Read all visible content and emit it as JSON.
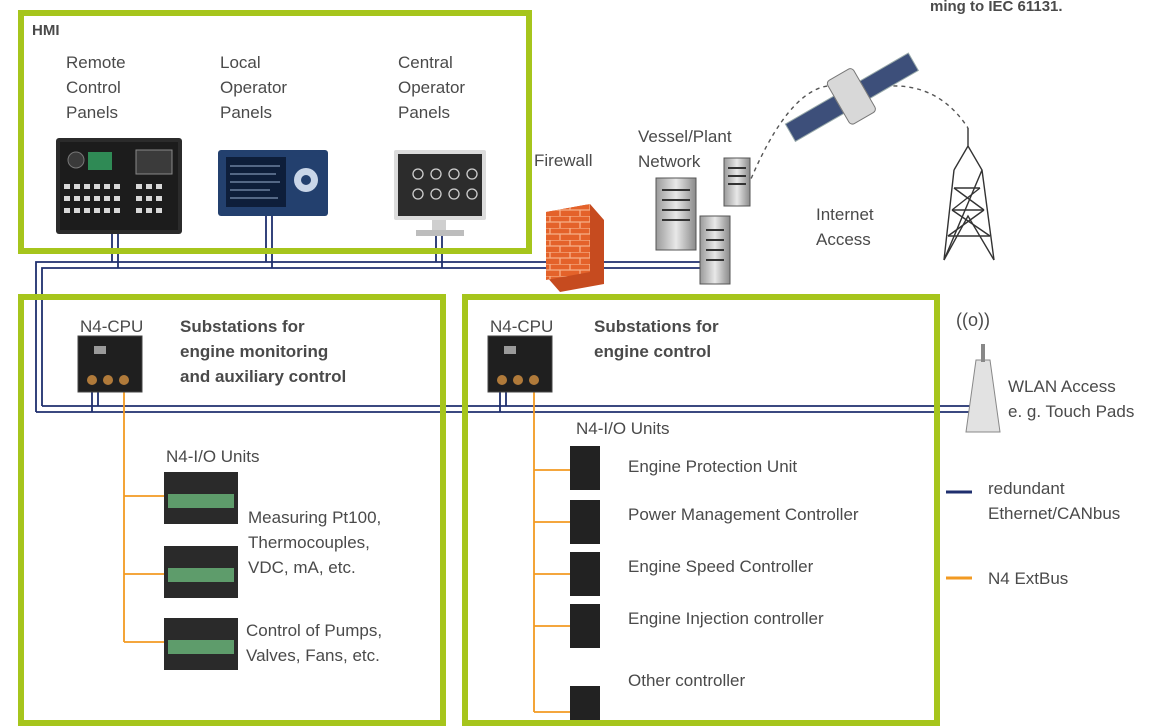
{
  "header_fragment": "ming to IEC 61131.",
  "hmi": {
    "title": "HMI",
    "panels": [
      {
        "lines": [
          "Remote",
          "Control",
          "Panels"
        ]
      },
      {
        "lines": [
          "Local",
          "Operator",
          "Panels"
        ]
      },
      {
        "lines": [
          "Central",
          "Operator",
          "Panels"
        ]
      }
    ]
  },
  "network": {
    "firewall": "Firewall",
    "vessel_lines": [
      "Vessel/Plant",
      "Network"
    ],
    "internet_lines": [
      "Internet",
      "Access"
    ],
    "wlan_lines": [
      "WLAN Access",
      "e. g. Touch Pads"
    ],
    "wifi_symbol": "((o))"
  },
  "left_station": {
    "cpu_label": "N4-CPU",
    "title_lines": [
      "Substations for",
      "engine monitoring",
      "and auxiliary control"
    ],
    "io_label": "N4-I/O Units",
    "group1_lines": [
      "Measuring Pt100,",
      "Thermocouples,",
      "VDC, mA, etc."
    ],
    "group2_lines": [
      "Control of Pumps,",
      "Valves, Fans, etc."
    ]
  },
  "right_station": {
    "cpu_label": "N4-CPU",
    "title_lines": [
      "Substations for",
      "engine control"
    ],
    "io_label": "N4-I/O Units",
    "controllers": [
      "Engine Protection Unit",
      "Power Management Controller",
      "Engine Speed Controller",
      "Engine Injection controller",
      "Other controller"
    ]
  },
  "legend": [
    {
      "lines": [
        "redundant",
        "Ethernet/CANbus"
      ],
      "color": "#1f2f6e"
    },
    {
      "lines": [
        "N4 ExtBus"
      ],
      "color": "#f29a22"
    }
  ],
  "colors": {
    "frame": "#a6c51c",
    "bus": "#1f2f6e",
    "extbus": "#f29a22"
  }
}
